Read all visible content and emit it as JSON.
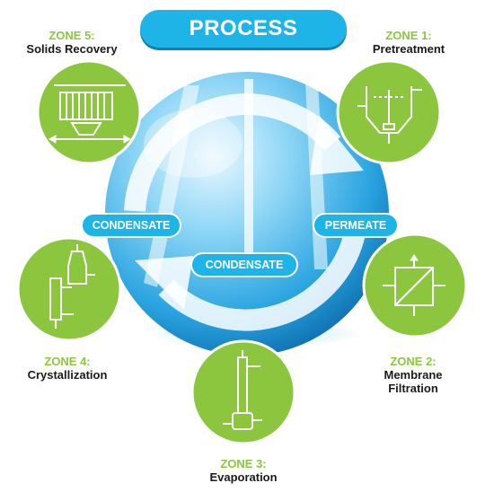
{
  "title": "PROCESS",
  "flows": {
    "condensate_left": "CONDENSATE",
    "condensate_center": "CONDENSATE",
    "permeate": "PERMEATE"
  },
  "zones": [
    {
      "number": "ZONE 1:",
      "name_line1": "Pretreatment",
      "name_line2": "",
      "icon": "clarifier-tank-icon"
    },
    {
      "number": "ZONE 2:",
      "name_line1": "Membrane",
      "name_line2": "Filtration",
      "icon": "membrane-module-icon"
    },
    {
      "number": "ZONE 3:",
      "name_line1": "Evaporation",
      "name_line2": "",
      "icon": "evaporator-column-icon"
    },
    {
      "number": "ZONE 4:",
      "name_line1": "Crystallization",
      "name_line2": "",
      "icon": "crystallizer-icon"
    },
    {
      "number": "ZONE 5:",
      "name_line1": "Solids Recovery",
      "name_line2": "",
      "icon": "filter-press-icon"
    }
  ],
  "colors": {
    "accent_blue": "#1eb4e8",
    "zone_green": "#8cc63f",
    "globe_light": "#bfe9fb",
    "globe_dark": "#0f7fc2"
  }
}
